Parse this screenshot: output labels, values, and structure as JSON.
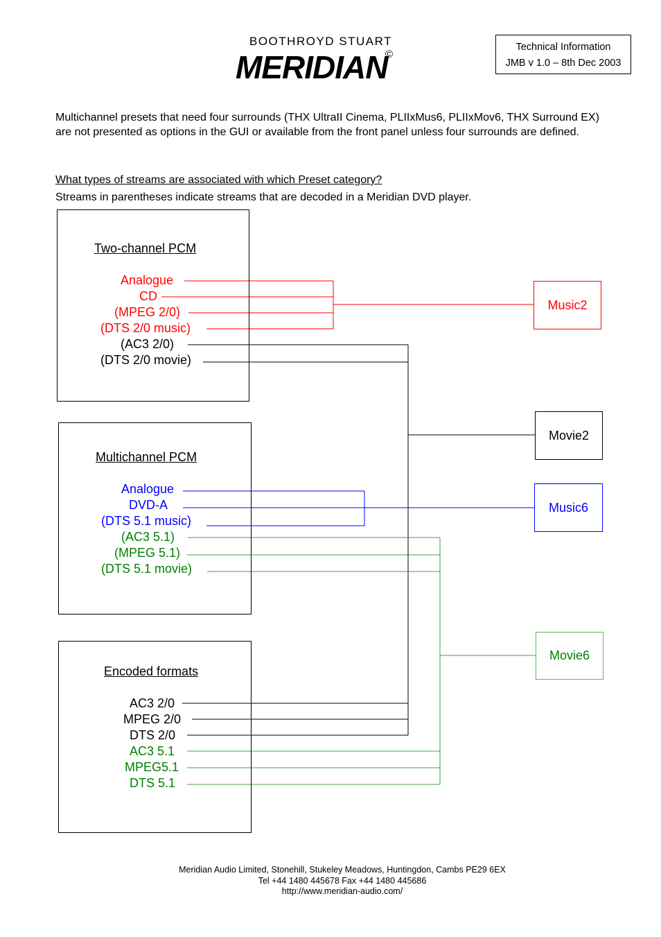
{
  "header": {
    "logo_top": "BOOTHROYD STUART",
    "logo_main": "MERIDIAN",
    "logo_mark": "©",
    "info_line1": "Technical Information",
    "info_line2": "JMB v 1.0 – 8th Dec 2003"
  },
  "body": {
    "paragraph": "Multichannel presets that need four surrounds (THX UltraII Cinema, PLIIxMus6, PLIIxMov6, THX Surround EX) are not presented as options in the GUI or available from the front panel unless four surrounds are defined.",
    "question": "What types of streams are associated with which Preset category?",
    "note": "Streams in parentheses indicate streams that are decoded in a Meridian DVD player."
  },
  "groups": {
    "two_channel": {
      "title": "Two-channel PCM",
      "items": [
        "Analogue",
        "CD",
        "(MPEG 2/0)",
        "(DTS 2/0 music)",
        "(AC3 2/0)",
        "(DTS 2/0 movie)"
      ]
    },
    "multichannel": {
      "title": "Multichannel PCM",
      "items": [
        "Analogue",
        "DVD-A",
        "(DTS 5.1 music)",
        "(AC3 5.1)",
        "(MPEG 5.1)",
        "(DTS 5.1 movie)"
      ]
    },
    "encoded": {
      "title": "Encoded formats",
      "items": [
        "AC3 2/0",
        "MPEG 2/0",
        "DTS 2/0",
        "AC3 5.1",
        "MPEG5.1",
        "DTS 5.1"
      ]
    }
  },
  "presets": {
    "music2": "Music2",
    "movie2": "Movie2",
    "music6": "Music6",
    "movie6": "Movie6"
  },
  "colors": {
    "music2": "#ff0000",
    "movie2": "#000000",
    "music6": "#0000ff",
    "movie6": "#008000"
  },
  "footer": {
    "line1": "Meridian Audio Limited, Stonehill, Stukeley Meadows, Huntingdon, Cambs  PE29 6EX",
    "line2": "Tel +44 1480 445678 Fax +44 1480 445686",
    "line3": "http://www.meridian-audio.com/"
  }
}
